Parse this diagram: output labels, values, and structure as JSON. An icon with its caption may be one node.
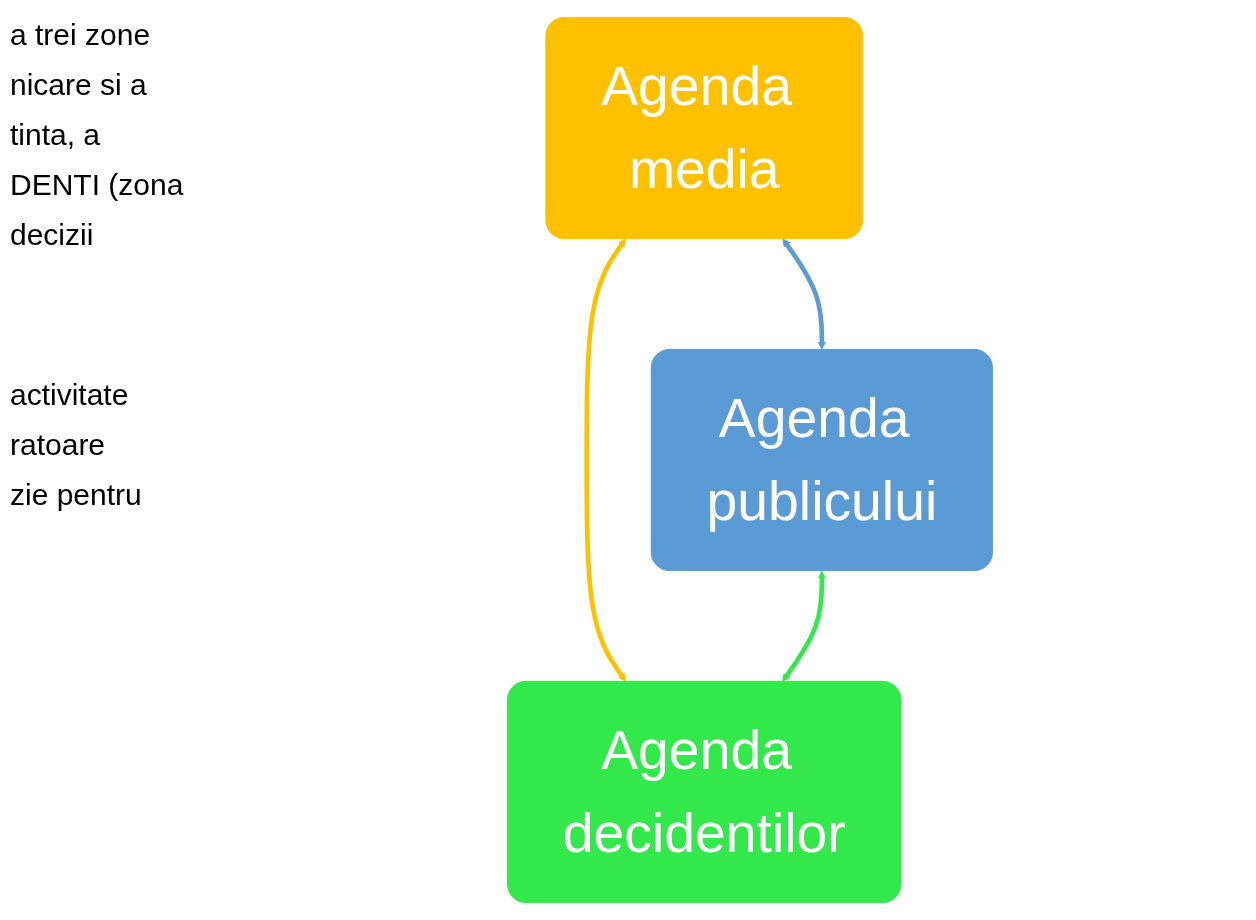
{
  "diagram": {
    "nodes": [
      {
        "text": [
          "Agenda media"
        ]
      },
      {
        "text": [
          "Agenda publicului"
        ]
      },
      {
        "text": [
          "Agenda decidentilor"
        ]
      }
    ],
    "edges": [
      {
        "from": 0,
        "to": 1,
        "arrow": "both",
        "color": "#5b9bd5"
      },
      {
        "from": 0,
        "to": 2,
        "arrow": "both",
        "color": "#ffc000"
      },
      {
        "from": 1,
        "to": 2,
        "arrow": "both",
        "color": "#33e84a"
      }
    ],
    "labels": [
      "a trei zone",
      "nicare si a",
      "tinta, a",
      "DENTI (zona",
      "decizii",
      "activitate",
      "ratoare",
      "zie pentru"
    ]
  }
}
